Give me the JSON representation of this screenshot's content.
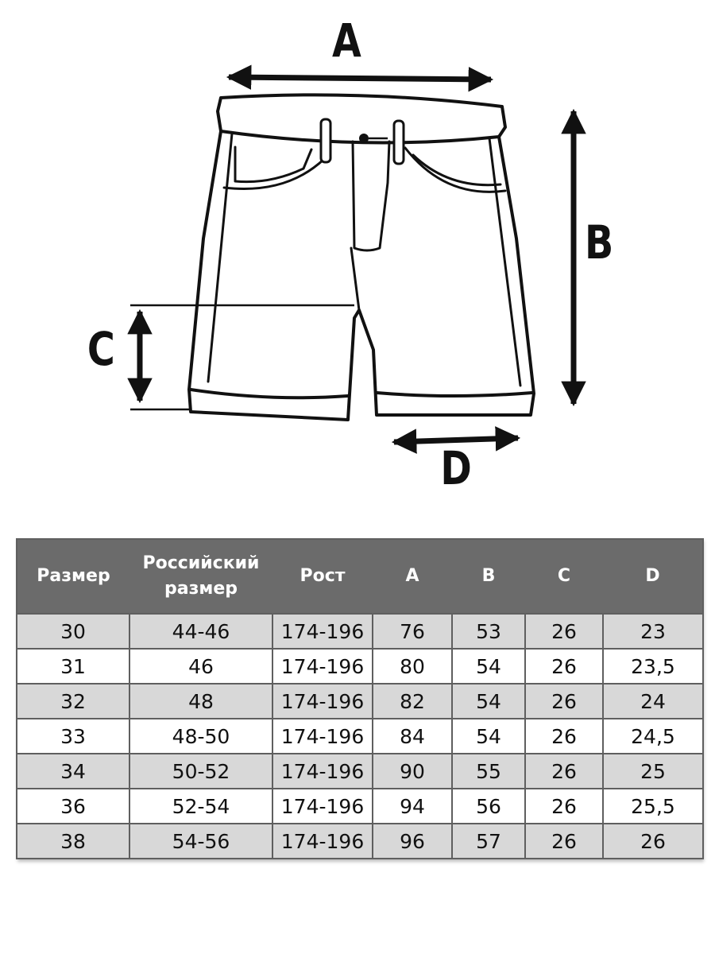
{
  "diagram": {
    "labels": {
      "a": "A",
      "b": "B",
      "c": "C",
      "d": "D"
    }
  },
  "table": {
    "headers": [
      "Размер",
      "Российский размер",
      "Рост",
      "A",
      "B",
      "C",
      "D"
    ],
    "rows": [
      [
        "30",
        "44-46",
        "174-196",
        "76",
        "53",
        "26",
        "23"
      ],
      [
        "31",
        "46",
        "174-196",
        "80",
        "54",
        "26",
        "23,5"
      ],
      [
        "32",
        "48",
        "174-196",
        "82",
        "54",
        "26",
        "24"
      ],
      [
        "33",
        "48-50",
        "174-196",
        "84",
        "54",
        "26",
        "24,5"
      ],
      [
        "34",
        "50-52",
        "174-196",
        "90",
        "55",
        "26",
        "25"
      ],
      [
        "36",
        "52-54",
        "174-196",
        "94",
        "56",
        "26",
        "25,5"
      ],
      [
        "38",
        "54-56",
        "174-196",
        "96",
        "57",
        "26",
        "26"
      ]
    ]
  }
}
